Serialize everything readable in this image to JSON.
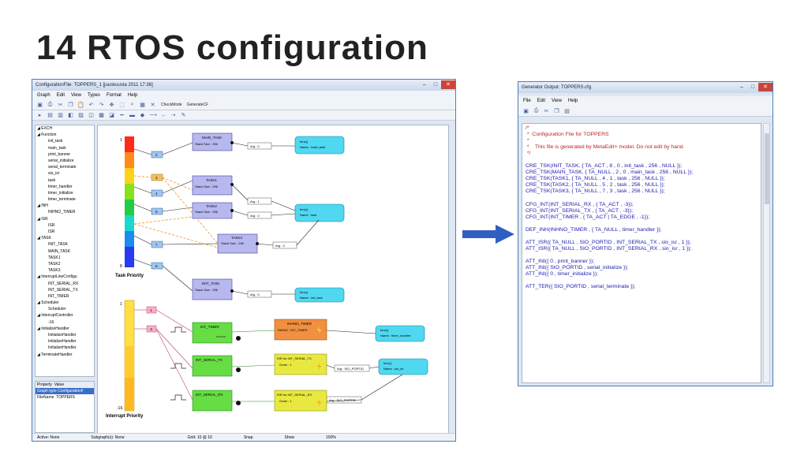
{
  "slide": {
    "title": "14 RTOS configuration"
  },
  "left_window": {
    "title": "ConfigurationFile: TOPPERS_1 [juuskuusta 2011 17:36]",
    "menu": [
      "Graph",
      "Edit",
      "View",
      "Types",
      "Format",
      "Help"
    ],
    "toolbar": {
      "check_mode": "CheckMode",
      "generate": "GenerateCF"
    },
    "tree_items": [
      "EXCH",
      "Function",
      "init_task",
      "main_task",
      "print_banner",
      "serial_initialize",
      "serial_terminate",
      "sio_isr",
      "task",
      "timer_handler",
      "timer_initialize",
      "timer_terminate",
      "INH",
      "INHNO_TIMER",
      "ISR",
      "ISR",
      "ISR",
      "TASK",
      "INIT_TASK",
      "MAIN_TASK",
      "TASK1",
      "TASK2",
      "TASK3",
      "InterruptLineConfigu",
      "INT_SERIAL_RX",
      "INT_SERIAL_TX",
      "INT_TIMER",
      "Scheduler",
      "Scheduler",
      "InterruptController",
      "-16",
      "InitializeHandler",
      "InitializeHandler",
      "InitializeHandler",
      "InitializeHandler",
      "TerminateHandler"
    ],
    "props": {
      "h1": "Property",
      "h2": "Value",
      "r1a": "Graph type",
      "r1b": "ConfigurationF",
      "r2a": "FileName",
      "r2b": "TOPPERS"
    },
    "status": {
      "active": "Active: None",
      "subgraph": "Subgraph(s): None",
      "grid": "Grid: 10 @ 10",
      "snap": "Snap",
      "show": "Show",
      "zoom": "100%"
    },
    "diagram": {
      "task_priority_label": "Task Priority",
      "interrupt_priority_label": "Interrupt Priority",
      "task_scale_top": "1",
      "task_scale_bottom": "8",
      "int_scale_top": "1",
      "int_scale_bottom": "-16",
      "prio_2": "2",
      "prio_3": "3",
      "prio_4": "4",
      "prio_5": "5",
      "prio_7": "7",
      "prio_8": "8",
      "iprio_1": "-1",
      "iprio_3": "-3",
      "main_task": "MAIN_TASK",
      "task1": "TASK1",
      "task2": "TASK2",
      "task3": "TASK3",
      "init_task": "INIT_TASK",
      "stack_256": "Stack Size : 256",
      "arg0": "Arg : 0",
      "arg1": "Arg : 1",
      "arg2": "Arg : 2",
      "arg3": "Arg : 3",
      "arg_sio": "Arg : SIO_PORTID",
      "arg_sio2": "Arg : SIO_PORTID",
      "func": "func()",
      "name_main": "Name : main_task",
      "name_task": "Name : task",
      "name_init": "Name : init_task",
      "name_timer": "Name : timer_handler",
      "name_sio": "Name : sio_isr",
      "int_timer": "INT_TIMER",
      "int_serial_tx": "INT_SERIAL_TX",
      "int_serial_rx": "INT_SERIAL_RX",
      "inhno_timer": "INHNO_TIMER",
      "inhno": "INHNO : INT_TIMER",
      "isr_tx": "ISR for INT_SERIAL_TX",
      "isr_rx": "ISR for INT_SERIAL_RX",
      "order1": "Order : 1",
      "order1b": "Order : 1"
    }
  },
  "right_window": {
    "title": "Generator Output: TOPPERS.cfg",
    "menu": [
      "File",
      "Edit",
      "View",
      "Help"
    ],
    "code_lines": [
      "/*",
      " *  Configuration File for TOPPERS",
      " *",
      " *    This file is generated by MetaEdit+ model. Do not edit by hand.",
      " */",
      "",
      "CRE_TSK(INIT_TASK, { TA_ACT , 8 , 0 , init_task , 256 , NULL });",
      "CRE_TSK(MAIN_TASK, { TA_NULL , 2 , 0 , main_task , 256 , NULL });",
      "CRE_TSK(TASK1, { TA_NULL , 4 , 1 , task , 256 , NULL });",
      "CRE_TSK(TASK2, { TA_NULL , 5 , 2 , task , 256 , NULL });",
      "CRE_TSK(TASK3, { TA_NULL , 7 , 3 , task , 256 , NULL });",
      "",
      "CFG_INT(INT_SERIAL_RX , { TA_ACT , -3});",
      "CFG_INT(INT_SERIAL_TX , { TA_ACT , -3});",
      "CFG_INT(INT_TIMER , { TA_ACT | TA_EDGE , -1});",
      "",
      "DEF_INH(INHNO_TIMER , { TA_NULL , timer_handler });",
      "",
      "ATT_ISR({ TA_NULL , SIO_PORTID , INT_SERIAL_TX , sio_isr , 1 });",
      "ATT_ISR({ TA_NULL , SIO_PORTID , INT_SERIAL_RX , sio_isr , 1 });",
      "",
      "ATT_INI({ 0 , print_banner });",
      "ATT_INI({ SIO_PORTID , serial_initialize });",
      "ATT_INI({ 0 , timer_initialize });",
      "",
      "ATT_TER({ SIO_PORTID , serial_terminate });"
    ]
  },
  "colors": {
    "code_blue": "#1a1ab0",
    "code_red": "#c02020",
    "arrow": "#2f5fc0",
    "task_box": "#b8b8f0",
    "func_box": "#50d8f0",
    "int_box": "#66dd44",
    "isr_box": "#e8e840",
    "inh_box": "#f09040"
  }
}
